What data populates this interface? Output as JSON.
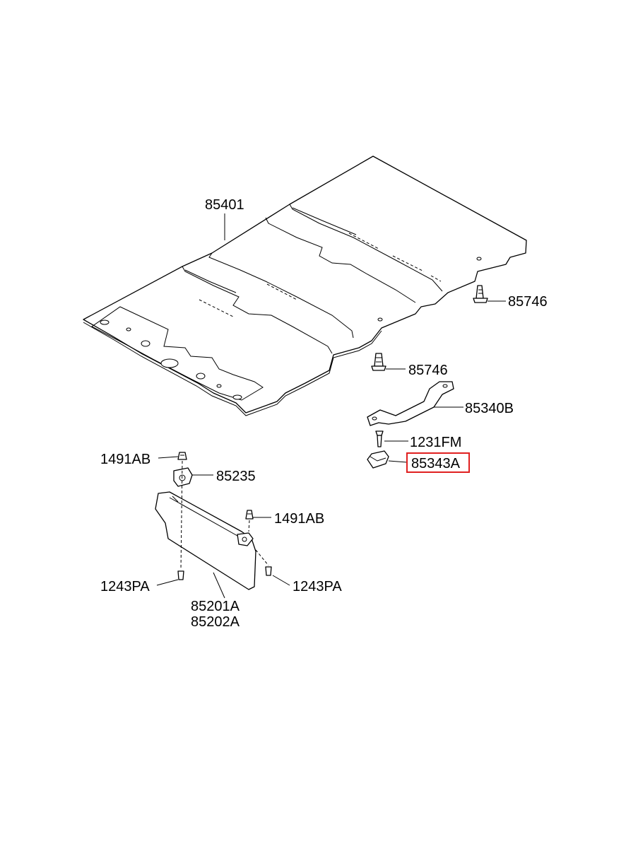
{
  "colors": {
    "line": "#000000",
    "highlight": "#e02020",
    "background": "#ffffff"
  },
  "parts": {
    "p85401": "85401",
    "p85746_a": "85746",
    "p85746_b": "85746",
    "p85340B": "85340B",
    "p1231FM": "1231FM",
    "p85343A": "85343A",
    "p1491AB_a": "1491AB",
    "p85235": "85235",
    "p1491AB_b": "1491AB",
    "p1243PA_a": "1243PA",
    "p1243PA_b": "1243PA",
    "p85201A": "85201A",
    "p85202A": "85202A"
  },
  "highlighted_part": "85343A"
}
